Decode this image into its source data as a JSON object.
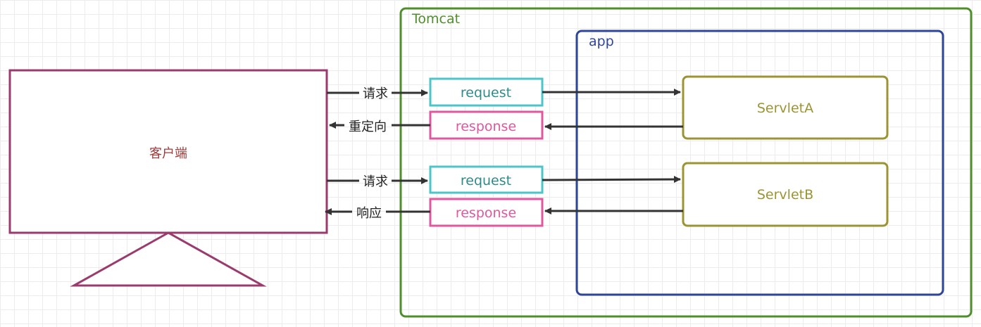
{
  "tomcat": {
    "label": "Tomcat",
    "color": "#4e8f2b"
  },
  "app": {
    "label": "app",
    "color": "#2e4699"
  },
  "client": {
    "label": "客户端",
    "color": "#9b3a6d",
    "text_color": "#a23a3a"
  },
  "servlet_a": {
    "label": "ServletA",
    "color": "#9c9433"
  },
  "servlet_b": {
    "label": "ServletB",
    "color": "#9c9433"
  },
  "request_1": {
    "label": "request",
    "border": "#4bc5c9",
    "text": "#2e8b8b"
  },
  "response_1": {
    "label": "response",
    "border": "#e0579f",
    "text": "#e0579f"
  },
  "request_2": {
    "label": "request",
    "border": "#4bc5c9",
    "text": "#2e8b8b"
  },
  "response_2": {
    "label": "response",
    "border": "#e0579f",
    "text": "#e0579f"
  },
  "arrows": {
    "request_label_1": "请求",
    "redirect_label": "重定向",
    "request_label_2": "请求",
    "response_label": "响应",
    "color": "#333333"
  }
}
